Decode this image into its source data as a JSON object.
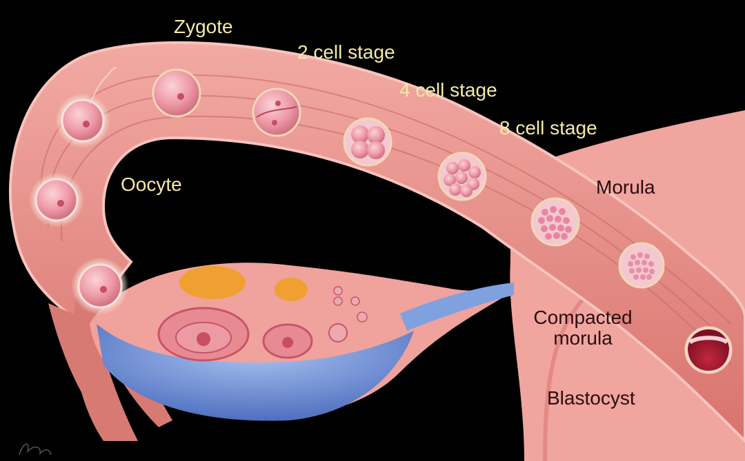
{
  "labels": {
    "zygote": "Zygote",
    "two_cell": "2 cell stage",
    "four_cell": "4 cell stage",
    "eight_cell": "8 cell stage",
    "oocyte": "Oocyte",
    "morula": "Morula",
    "compacted_morula_line1": "Compacted",
    "compacted_morula_line2": "morula",
    "blastocyst": "Blastocyst"
  },
  "colors": {
    "background": "#000000",
    "tube": "#e58c88",
    "tube_highlight": "#f3b2ab",
    "cell": "#ee9aa8",
    "ovary_fluid": "#6f8fd6",
    "label_yellow": "#f5eba6",
    "label_dark": "#2a0d10"
  }
}
